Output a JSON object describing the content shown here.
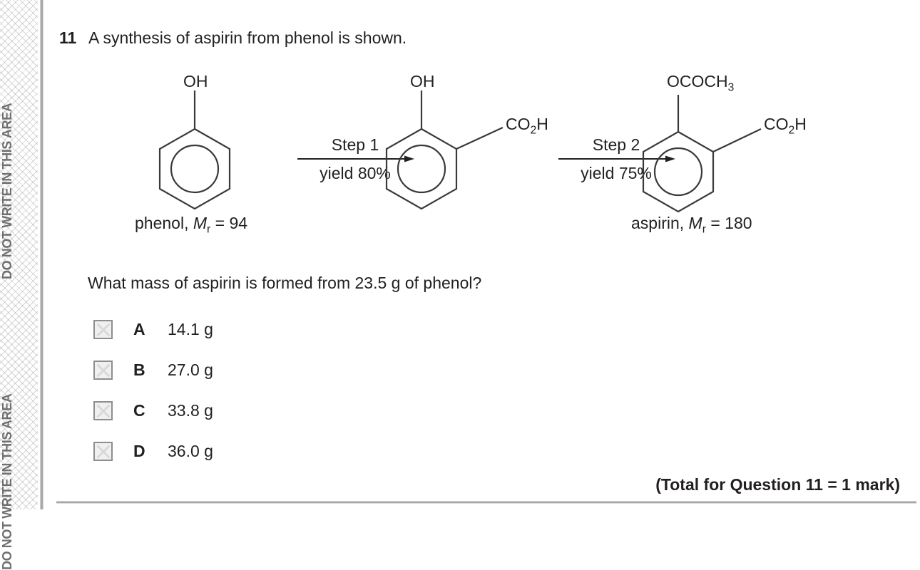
{
  "margin": {
    "notice": "DO NOT WRITE IN THIS AREA",
    "notice_partial": "DO NOT WRITE IN THIS AREA"
  },
  "question": {
    "number": "11",
    "stem": "A synthesis of aspirin from phenol is shown.",
    "prompt": "What mass of aspirin is formed from 23.5 g of phenol?",
    "total_marks": "(Total for Question 11 = 1 mark)"
  },
  "scheme": {
    "molecules": [
      {
        "id": "phenol",
        "top_label": "OH",
        "side_label": "",
        "caption_name": "phenol,",
        "caption_mr_symbol": "M",
        "caption_mr_sub": "r",
        "caption_mr_value": "= 94"
      },
      {
        "id": "salicylic-acid",
        "top_label": "OH",
        "side_label": "CO2H",
        "caption_name": "",
        "caption_mr_symbol": "",
        "caption_mr_sub": "",
        "caption_mr_value": ""
      },
      {
        "id": "aspirin",
        "top_label": "OCOCH3",
        "side_label": "CO2H",
        "caption_name": "aspirin,",
        "caption_mr_symbol": "M",
        "caption_mr_sub": "r",
        "caption_mr_value": "= 180"
      }
    ],
    "steps": [
      {
        "id": "step-1",
        "name": "Step 1",
        "yield": "yield 80%"
      },
      {
        "id": "step-2",
        "name": "Step 2",
        "yield": "yield 75%"
      }
    ]
  },
  "options": [
    {
      "letter": "A",
      "value": "14.1 g"
    },
    {
      "letter": "B",
      "value": "27.0 g"
    },
    {
      "letter": "C",
      "value": "33.8 g"
    },
    {
      "letter": "D",
      "value": "36.0 g"
    }
  ],
  "colors": {
    "ink": "#231f20",
    "rule": "#a8a8a8",
    "hatch": "#787878",
    "checkbox_border": "#8e8e8e",
    "checkbox_cross": "#d9d9d9"
  }
}
